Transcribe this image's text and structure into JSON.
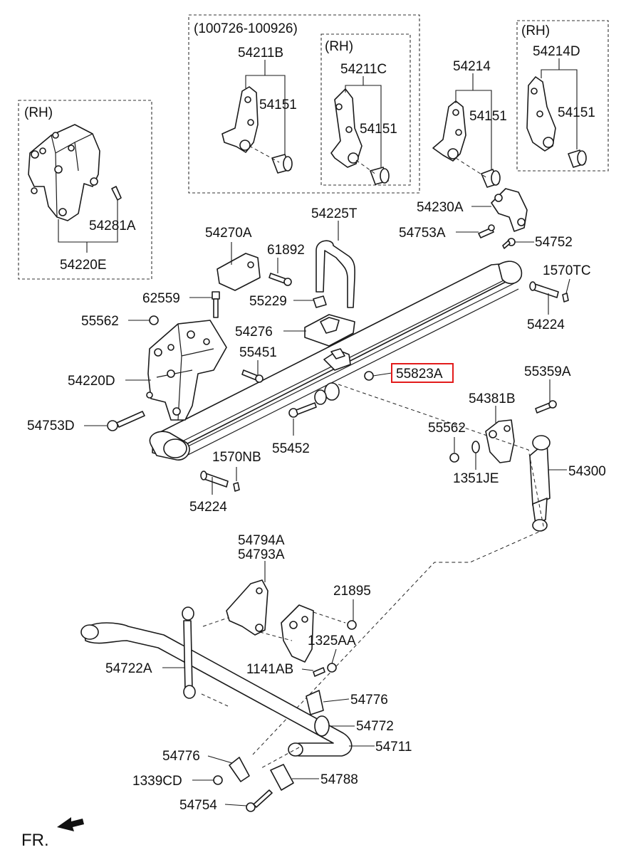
{
  "labels": {
    "date_range": "(100726-100926)",
    "rh_1": "(RH)",
    "rh_2": "(RH)",
    "rh_3": "(RH)",
    "p54211B": "54211B",
    "p54151_a": "54151",
    "p54211C": "54211C",
    "p54151_b": "54151",
    "p54214": "54214",
    "p54151_c": "54151",
    "p54214D": "54214D",
    "p54151_d": "54151",
    "p54281A": "54281A",
    "p54220E": "54220E",
    "p54270A": "54270A",
    "p61892": "61892",
    "p54225T": "54225T",
    "p54230A": "54230A",
    "p54753A": "54753A",
    "p54752": "54752",
    "p1570TC": "1570TC",
    "p62559": "62559",
    "p55229": "55229",
    "p55562_a": "55562",
    "p54276": "54276",
    "p54224_a": "54224",
    "p55451": "55451",
    "p54220D": "54220D",
    "p55823A": "55823A",
    "p55359A": "55359A",
    "p54381B": "54381B",
    "p54753D": "54753D",
    "p55562_b": "55562",
    "p55452": "55452",
    "p1570NB": "1570NB",
    "p1351JE": "1351JE",
    "p54300": "54300",
    "p54224_b": "54224",
    "p54794A": "54794A",
    "p54793A": "54793A",
    "p21895": "21895",
    "p1325AA": "1325AA",
    "p54722A": "54722A",
    "p1141AB": "1141AB",
    "p54776_a": "54776",
    "p54772": "54772",
    "p54711": "54711",
    "p54776_b": "54776",
    "p1339CD": "1339CD",
    "p54788": "54788",
    "p54754": "54754",
    "fr": "FR."
  },
  "highlight_color": "#e21b1b"
}
